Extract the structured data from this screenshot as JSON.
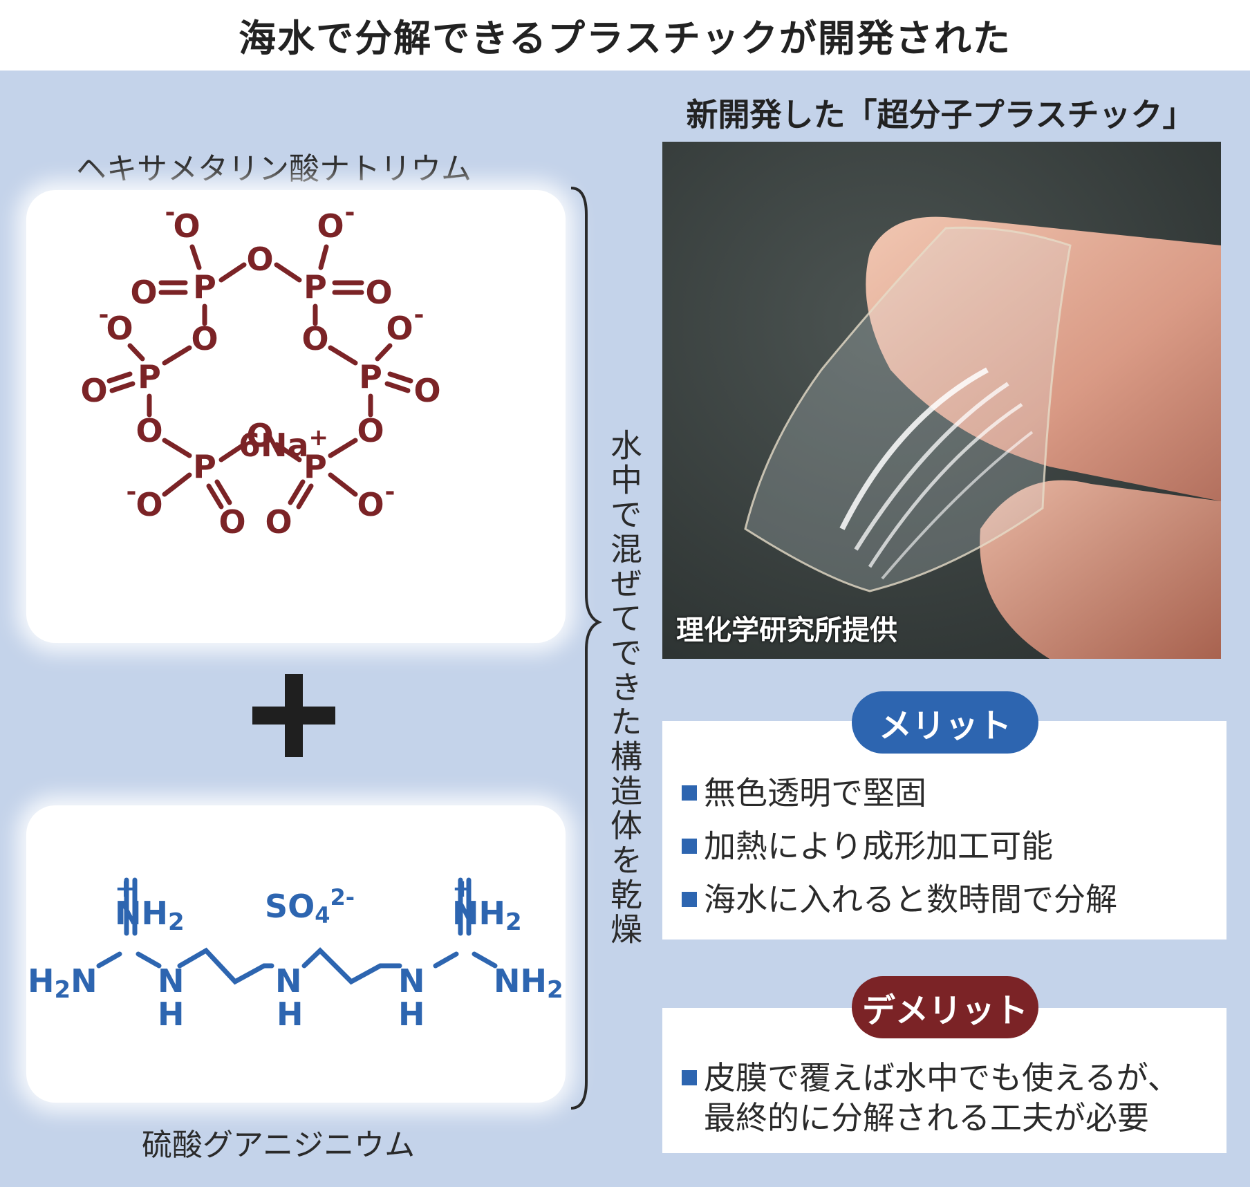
{
  "title": "海水で分解できるプラスチックが開発された",
  "left": {
    "top_label": "ヘキサメタリン酸ナトリウム",
    "bottom_label": "硫酸グアニジニウム",
    "vertical_label": "水中で混ぜてできた構造体を乾燥",
    "hexa": {
      "center": "6Na",
      "center_sup": "+",
      "atom_o": "O",
      "atom_p": "P",
      "minus": "-"
    },
    "guan": {
      "plus": "+",
      "nh2_n": "NH",
      "nh2_sub": "2",
      "h2n_h": "H",
      "h2n_sub": "2",
      "h2n_n": "N",
      "n": "N",
      "h": "H",
      "so4_so": "SO",
      "so4_sub": "4",
      "so4_sup": "2-"
    }
  },
  "right": {
    "photo_title": "新開発した「超分子プラスチック」",
    "photo_credit": "理化学研究所提供",
    "merit": {
      "label": "メリット",
      "items": [
        "無色透明で堅固",
        "加熱により成形加工可能",
        "海水に入れると数時間で分解"
      ]
    },
    "demerit": {
      "label": "デメリット",
      "items": [
        "皮膜で覆えば水中でも使えるが、",
        "最終的に分解される工夫が必要"
      ]
    }
  },
  "colors": {
    "panel": "#c4d3ea",
    "phosphate": "#7b2326",
    "guanidinium": "#2d65b0",
    "merit_pill": "#2d65b0",
    "demerit_pill": "#7b2326"
  }
}
